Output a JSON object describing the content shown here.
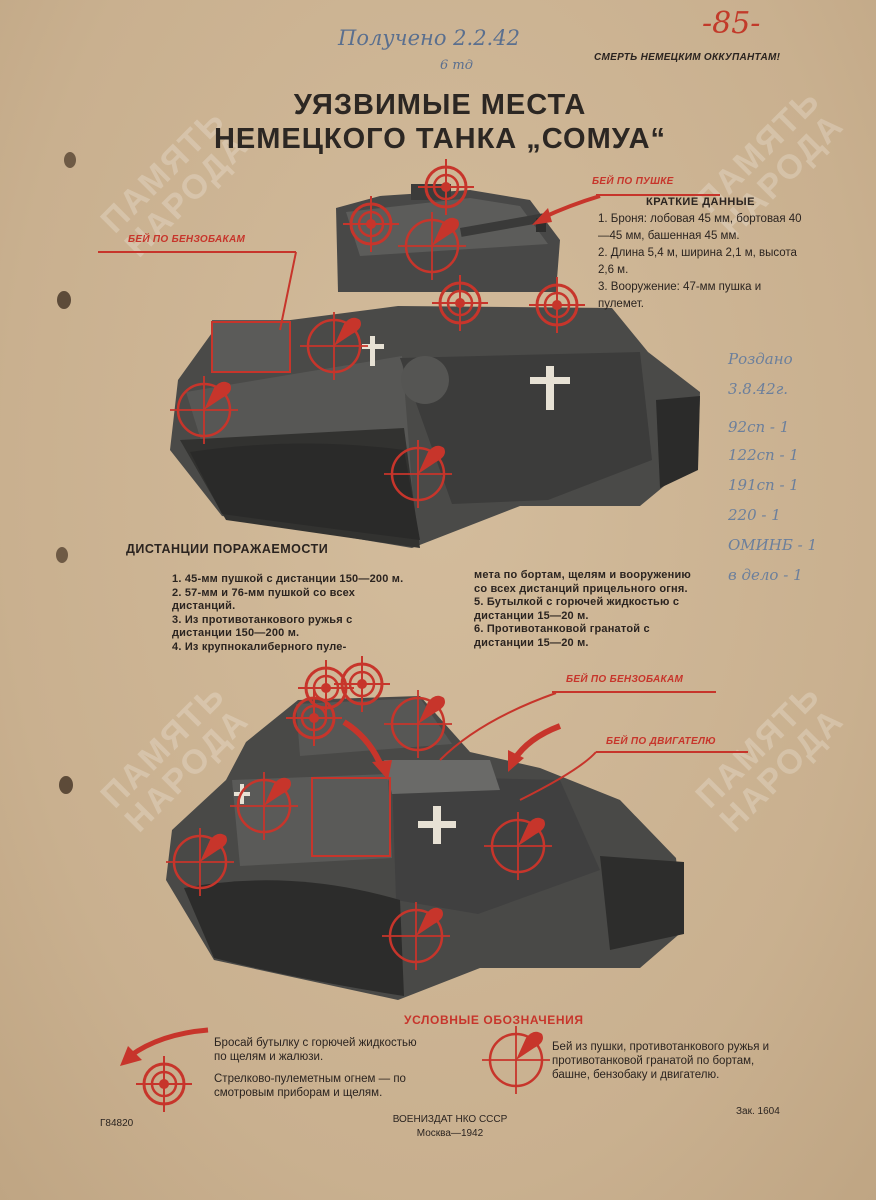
{
  "header": {
    "slogan": "СМЕРТЬ НЕМЕЦКИМ ОККУПАНТАМ!",
    "handwritten_top": "Получено 2.2.42",
    "handwritten_top2": "6 тд",
    "handwritten_number": "-85-"
  },
  "title": {
    "line1": "УЯЗВИМЫЕ МЕСТА",
    "line2": "НЕМЕЦКОГО ТАНКА „СОМУА“"
  },
  "labels": {
    "hit_gun": "БЕЙ ПО ПУШКЕ",
    "hit_fuel_tanks_1": "БЕЙ ПО БЕНЗОБАКАМ",
    "hit_fuel_tanks_2": "БЕЙ ПО БЕНЗОБАКАМ",
    "hit_engine": "БЕЙ ПО ДВИГАТЕЛЮ"
  },
  "brief": {
    "header": "КРАТКИЕ ДАННЫЕ",
    "items": [
      "1. Броня: лобовая 45 мм, бортовая 40—45 мм, башенная 45 мм.",
      "2. Длина 5,4 м, ширина 2,1 м, высота 2,6 м.",
      "3. Вооружение: 47-мм пушка и пулемет."
    ]
  },
  "handwritten_side": [
    "Роздано",
    "3.8.42г.",
    "92сп - 1",
    "122сп - 1",
    "191сп - 1",
    "220 - 1",
    "ОМИНБ - 1",
    "в дело - 1"
  ],
  "distances": {
    "title": "ДИСТАНЦИИ ПОРАЖАЕМОСТИ",
    "left": [
      "1. 45-мм пушкой с дистанции 150—200 м.",
      "2. 57-мм и 76-мм пушкой со всех дистанций.",
      "3. Из противотанкового ружья с дистанции 150—200 м.",
      "4. Из крупнокалиберного пуле-"
    ],
    "right": [
      "мета по бортам, щелям и вооружению со всех дистанций прицельного огня.",
      "5. Бутылкой с горючей жидкостью с дистанции 15—20 м.",
      "6. Противотанковой гранатой с дистанции 15—20 м."
    ]
  },
  "legend": {
    "title": "УСЛОВНЫЕ ОБОЗНАЧЕНИЯ",
    "bottle": "Бросай бутылку с горючей жидкостью по щелям и жалюзи.",
    "rifle": "Стрелково-пулеметным огнем — по смотровым приборам и щелям.",
    "gun": "Бей из пушки, противотанкового ружья и противотанковой гранатой по бортам, башне, бензобаку и двигателю."
  },
  "footer": {
    "code": "Г84820",
    "publisher": "ВОЕНИЗДАТ НКО СССР",
    "city_year": "Москва—1942",
    "order": "Зак. 1604"
  },
  "watermark": {
    "line1": "ПАМЯТЬ",
    "line2": "НАРОДА"
  },
  "colors": {
    "paper": "#cbb393",
    "ink": "#2b2420",
    "accent_red": "#c7352b",
    "tank_dark": "#3f3f3e",
    "handwriting": "#5a6f8f"
  }
}
